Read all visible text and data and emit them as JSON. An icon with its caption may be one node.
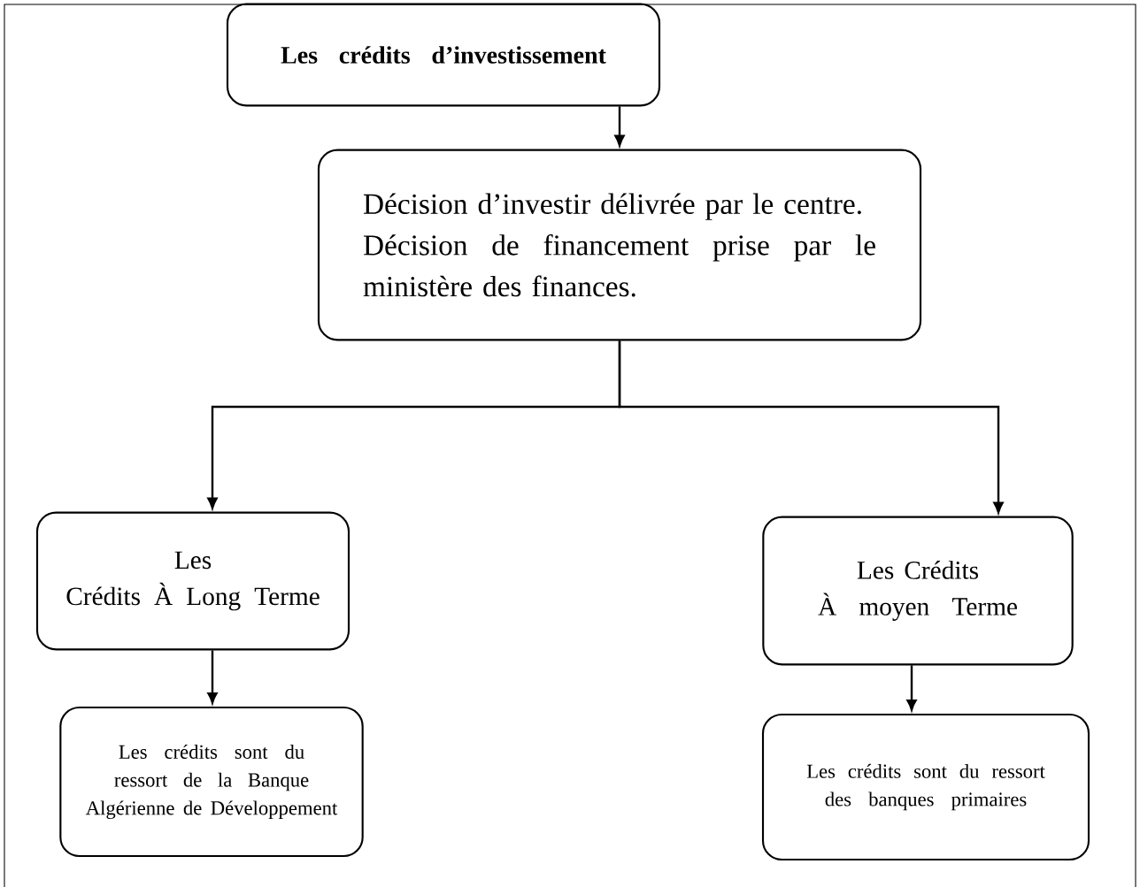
{
  "diagram": {
    "nodes": [
      {
        "text": [
          "Les crédits d’investissement"
        ]
      },
      {
        "text": [
          "Décision d’investir délivrée par le centre.",
          "Décision de financement prise par le ministère des finances."
        ]
      },
      {
        "text": [
          "Les Crédits À Long Terme"
        ]
      },
      {
        "text": [
          "Les Crédits À moyen Terme"
        ]
      },
      {
        "text": [
          "Les crédits sont du ressort de la Banque Algérienne de Développement"
        ]
      },
      {
        "text": [
          "Les crédits sont du ressort des banques primaires"
        ]
      }
    ],
    "edges": [
      {
        "from": 0,
        "to": 1,
        "arrow": "to"
      },
      {
        "from": 1,
        "to": 2,
        "arrow": "to"
      },
      {
        "from": 1,
        "to": 3,
        "arrow": "to"
      },
      {
        "from": 2,
        "to": 4,
        "arrow": "to"
      },
      {
        "from": 3,
        "to": 5,
        "arrow": "to"
      }
    ]
  }
}
